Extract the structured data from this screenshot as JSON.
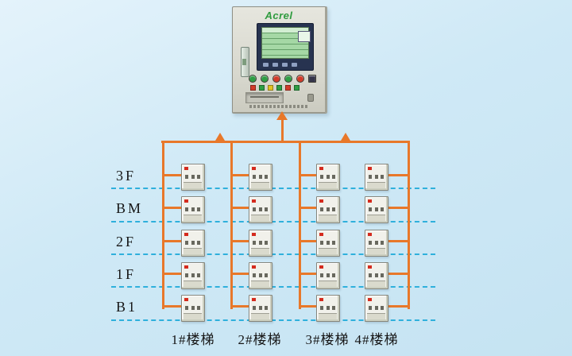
{
  "panel": {
    "brand": "Acrel"
  },
  "floors": [
    "3F",
    "BM",
    "2F",
    "1F",
    "B1"
  ],
  "stairs": [
    "1#楼梯",
    "2#楼梯",
    "3#楼梯",
    "4#楼梯"
  ],
  "device_grid": {
    "rows": 5,
    "columns": 4,
    "device_count": 20
  },
  "colors": {
    "background": "#cfe9f6",
    "bus_line": "#e8782a",
    "floor_line": "#2fb0dc",
    "brand": "#2e9b3e",
    "device_led": "#d42b1e"
  }
}
